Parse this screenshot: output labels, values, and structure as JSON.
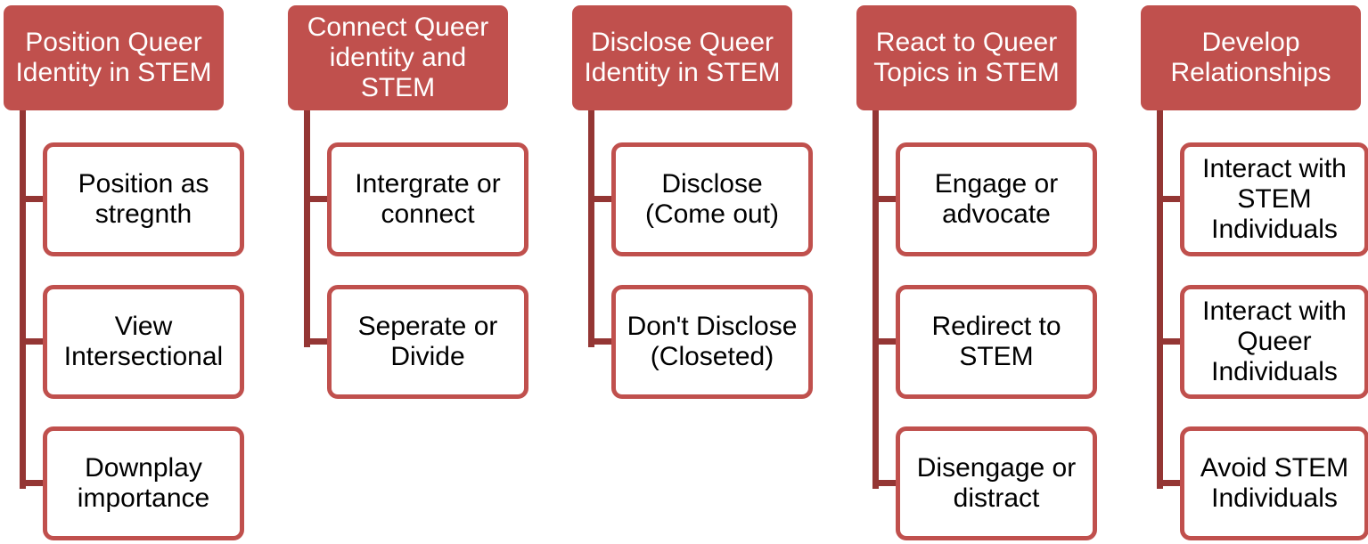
{
  "columns": [
    {
      "header": "Position Queer Identity in STEM",
      "children": [
        "Position as stregnth",
        "View Intersectional",
        "Downplay importance"
      ]
    },
    {
      "header": "Connect Queer identity and STEM",
      "children": [
        "Intergrate or connect",
        "Seperate or Divide"
      ]
    },
    {
      "header": "Disclose Queer Identity in STEM",
      "children": [
        "Disclose (Come out)",
        "Don't Disclose (Closeted)"
      ]
    },
    {
      "header": "React to Queer Topics in STEM",
      "children": [
        "Engage or advocate",
        "Redirect to STEM",
        "Disengage or distract"
      ]
    },
    {
      "header": "Develop Relationships",
      "children": [
        "Interact with STEM Individuals",
        "Interact with Queer Individuals",
        "Avoid STEM Individuals"
      ]
    }
  ],
  "colors": {
    "header_fill": "#c0504d",
    "header_text": "#ffffff",
    "child_border": "#c0504d",
    "connector": "#943634",
    "child_text": "#000000"
  }
}
